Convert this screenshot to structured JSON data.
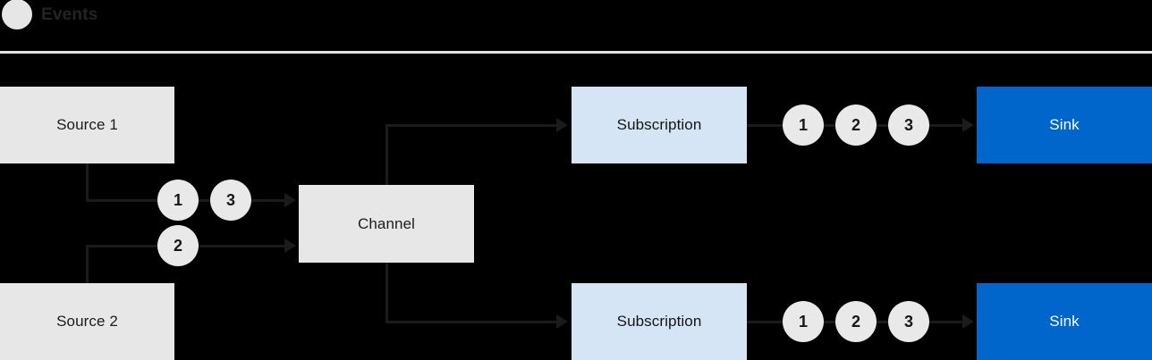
{
  "header": {
    "dot_icon": "events-dot-icon",
    "title": "Events"
  },
  "diagram": {
    "nodes": {
      "source1": "Source 1",
      "source2": "Source 2",
      "channel": "Channel",
      "subscription_top": "Subscription",
      "subscription_bottom": "Subscription",
      "sink_top": "Sink",
      "sink_bottom": "Sink"
    },
    "tokens": {
      "source1_out": [
        "1",
        "3"
      ],
      "source2_out": [
        "2"
      ],
      "sink_top_in": [
        "1",
        "2",
        "3"
      ],
      "sink_bottom_in": [
        "1",
        "2",
        "3"
      ]
    }
  },
  "colors": {
    "background": "#000000",
    "node_gray": "#e7e7e7",
    "node_light_blue": "#d5e5f5",
    "node_blue": "#0066cc",
    "line": "#1b1b1b",
    "token": "#e9e9e9",
    "rule": "#e3e3e3",
    "title_text": "#232323"
  }
}
